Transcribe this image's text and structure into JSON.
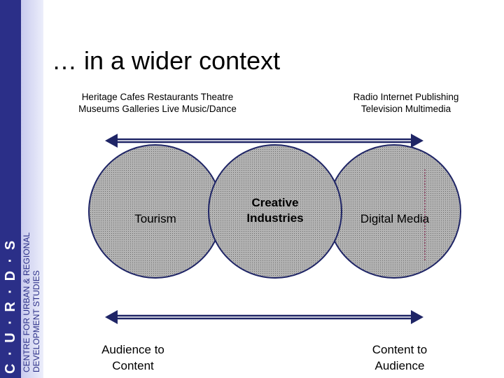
{
  "sidebar": {
    "logo": "C · U · R · D · S",
    "org_line1": "CENTRE FOR URBAN & REGIONAL",
    "org_line2": "DEVELOPMENT STUDIES"
  },
  "slide": {
    "title": "… in a wider context",
    "top_left": [
      "Heritage Cafes Restaurants Theatre",
      "Museums Galleries Live Music/Dance"
    ],
    "top_right": [
      "Radio Internet Publishing",
      "Television Multimedia"
    ],
    "circles": {
      "left": "Tourism",
      "center": [
        "Creative",
        "Industries"
      ],
      "right": "Digital Media"
    },
    "bottom_left": [
      "Audience to",
      "Content"
    ],
    "bottom_right": [
      "Content to",
      "Audience"
    ]
  },
  "colors": {
    "sidebar": "#2b2f88",
    "circle_fill": "#a5a5a5",
    "arrow": "#1f2566"
  }
}
